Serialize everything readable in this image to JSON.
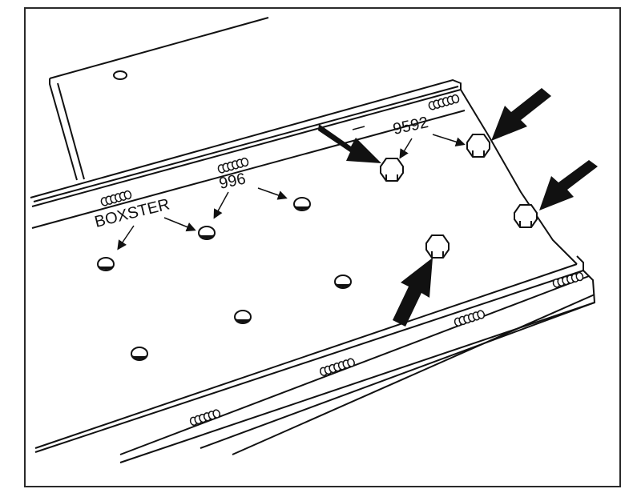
{
  "labels": {
    "boxster": "BOXSTER",
    "code_996": "996",
    "code_9592": "9592"
  },
  "colors": {
    "ink": "#111111",
    "paper": "#ffffff",
    "frame": "#2a2a2a"
  }
}
